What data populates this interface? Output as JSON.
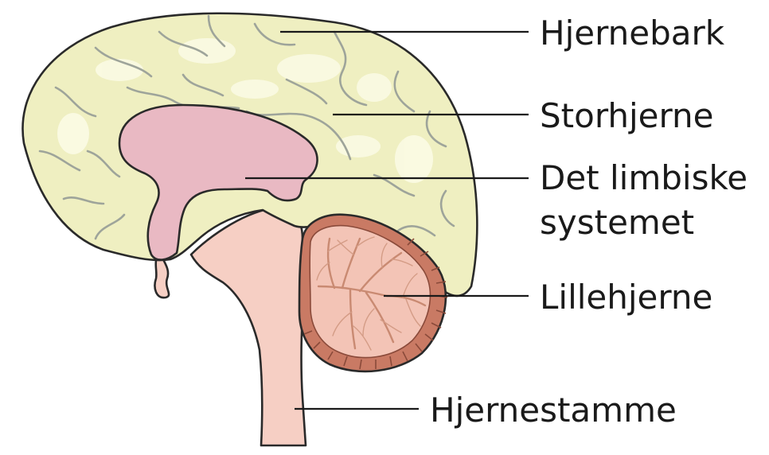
{
  "labels": {
    "cortex": "Hjernebark",
    "cerebrum": "Storhjerne",
    "limbic_line1": "Det limbiske",
    "limbic_line2": "systemet",
    "cerebellum": "Lillehjerne",
    "brainstem": "Hjernestamme"
  },
  "colors": {
    "cerebrum_fill": "#efefc1",
    "cerebrum_highlight": "#fbfbe4",
    "gyri_lines": "#9ea49a",
    "limbic_fill": "#e9b9c3",
    "brainstem_fill": "#f6cfc4",
    "cerebellum_fill": "#f3c4b6",
    "cerebellum_cortex": "#c97a64",
    "outline": "#2a2a2a",
    "leader_lines": "#1a1a1a"
  }
}
